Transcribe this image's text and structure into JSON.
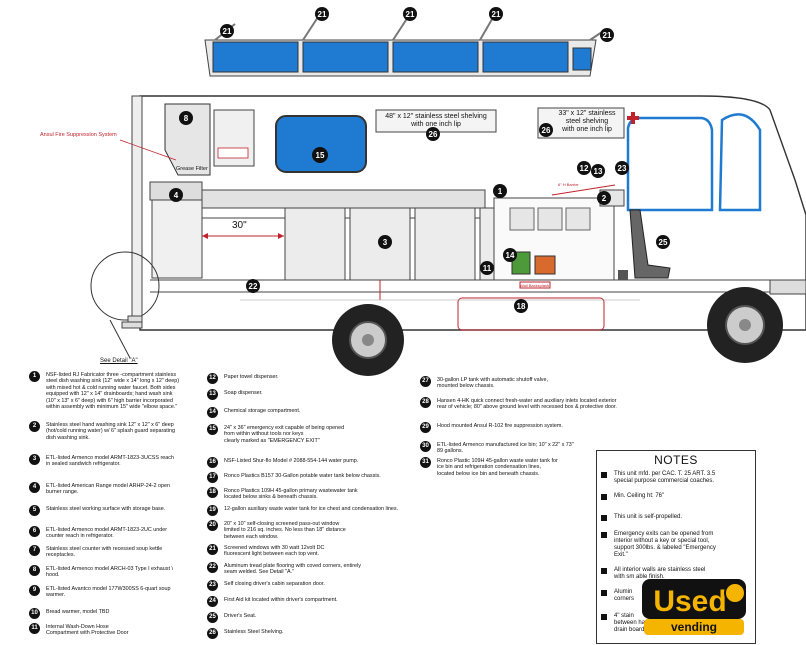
{
  "labels": {
    "ansul": "Ansul Fire Suppression System",
    "grease": "Grease Filter",
    "dim30": "30\"",
    "shelf1": "48\" x 12\" stainless steel shelving\nwith one inch lip",
    "shelf2": "33\" x 12\" stainless\nsteel shelving\nwith one inch lip",
    "seedetail": "See Detail \"A\"",
    "wall_tag": "Wall Backsplash",
    "barrier": "6\" H Barrier"
  },
  "legend": [
    {
      "n": "1",
      "text": "NSF-listed RJ Fabricator  three -compartment stainless\nsteel dish washing sink (12\" wide x 14\" long x 12\" deep)\nwith mixed hot & cold running water faucet. Both sides\nequipped with 12\" x 14\" drainboards; hand wash sink\n(10\" x 13\" x 6\" deep) with 6\" high barrier incorporated\nwithin assembly with minimum 15\" wide \"elbow space.\""
    },
    {
      "n": "2",
      "text": "Stainless steel hand washing sink 12\" x 12\" x 6\" deep\n(hot/cold running water) w/ 6\" splash guard separating\ndish washing sink."
    },
    {
      "n": "3",
      "text": "ETL-listed Armenco model ARMT-1823-3UCSS reach\nin sealed sandwich refrigerator."
    },
    {
      "n": "4",
      "text": "ETL-listed American Range model ARHP-24-2 open\nburner range."
    },
    {
      "n": "5",
      "text": "Stainless steel working surface with storage base."
    },
    {
      "n": "6",
      "text": "ETL-listed Armenco model ARMT-1823-2UC under\ncounter reach in refrigerator."
    },
    {
      "n": "7",
      "text": "Stainless steel counter with recessed soup kettle\nreceptacles."
    },
    {
      "n": "8",
      "text": "ETL-listed Armenco model ARCH-03 Type I exhaust \\\nhood."
    },
    {
      "n": "9",
      "text": "ETL-listed Avantco model 177W300SS 6-quart soup\nwarmer."
    },
    {
      "n": "10",
      "text": "Bread warmer, model TBD"
    },
    {
      "n": "11",
      "text": "Internal Wash-Down Hose\nCompartment with Protective Door"
    },
    {
      "n": "12",
      "text": "Paper towel dispenser."
    },
    {
      "n": "13",
      "text": "Soap dispenser."
    },
    {
      "n": "14",
      "text": "Chemical storage compartment."
    },
    {
      "n": "15",
      "text": "24\" x 36\" emergency exit capable of being opened\nfrom within without tools nor keys\nclearly marked as \"EMERGENCY EXIT\""
    },
    {
      "n": "16",
      "text": "NSF-Listed Shur-flo Model # 2088-554-144 water pump."
    },
    {
      "n": "17",
      "text": "Ronco Plastics B157 30-Gallon potable water tank below chassis."
    },
    {
      "n": "18",
      "text": "Ronco Plastics 109H 45-gallon primary wastewater tank\nlocated below sinks & beneath chassis."
    },
    {
      "n": "19",
      "text": "12-gallon auxiliary waste water tank for ice chest and condensation lines."
    },
    {
      "n": "20",
      "text": "20\" x 10\" self-closing screened pass-out window\nlimited to 216 sq. inches. No less than 18\" distance\nbetween each window."
    },
    {
      "n": "21",
      "text": "Screened  windows  with 30 watt 12volt  DC\nfluorescent light between each top vent."
    },
    {
      "n": "22",
      "text": "Aluminum tread plate flooring with coved corners, entirely\nseam welded.  See Detail \"A.\""
    },
    {
      "n": "23",
      "text": "Self closing driver's cabin separation door."
    },
    {
      "n": "24",
      "text": "First Aid kit located within driver's compartment."
    },
    {
      "n": "25",
      "text": "Driver's Seat."
    },
    {
      "n": "26",
      "text": "Stainless Steel Shelving."
    },
    {
      "n": "27",
      "text": "30-gallon LP tank with automatic shutoff valve,\nmounted below chassis."
    },
    {
      "n": "28",
      "text": "Hansen 4-HK quick connect fresh-water  and auxiliary inlets located exterior\nrear of vehicle; 80\" above ground level with recessed box & protective door."
    },
    {
      "n": "29",
      "text": "Hood mounted Ansul R-102 fire suppression system."
    },
    {
      "n": "30",
      "text": "ETL-listed Armenco manufactured ice bin; 10\" x 22\" x 73\"\n89 gallons."
    },
    {
      "n": "31",
      "text": "Ronco Plastic 109H 45-gallon waste water tank for\nice bin and refrigeration condensation lines,\n located below ice bin and beneath chassis."
    }
  ],
  "notes": {
    "title": "NOTES",
    "items": [
      "This unit mfd. per CAC. T. 25 ART. 3.5\nspecial purpose commercial coaches.",
      "Min. Ceiling ht: 76\"",
      "This unit is self-propelled.",
      "Emergency exits can be opened from\ninterior without a key or special tool,\nsupport 300lbs. & labeled \"Emergency\nExit.\"",
      "All interior walls are stainless steel\nwith sm         able finish.",
      "Alumin\ncorners",
      "4\" stain\nbetween hand wash\ndrain board."
    ]
  },
  "logo": {
    "word": "Used",
    "sub": "vending"
  },
  "markers": {
    "m21": "21",
    "m8": "8",
    "m4": "4",
    "m15": "15",
    "m26": "26",
    "m1": "1",
    "m12": "12",
    "m13": "13",
    "m23": "23",
    "m2": "2",
    "m3": "3",
    "m11": "11",
    "m14": "14",
    "m25": "25",
    "m22": "22",
    "m18": "18"
  },
  "colors": {
    "window_blue": "#1f7ad1",
    "red_line": "#c0232c",
    "gray": "#d9d9d9",
    "dark": "#111111"
  }
}
